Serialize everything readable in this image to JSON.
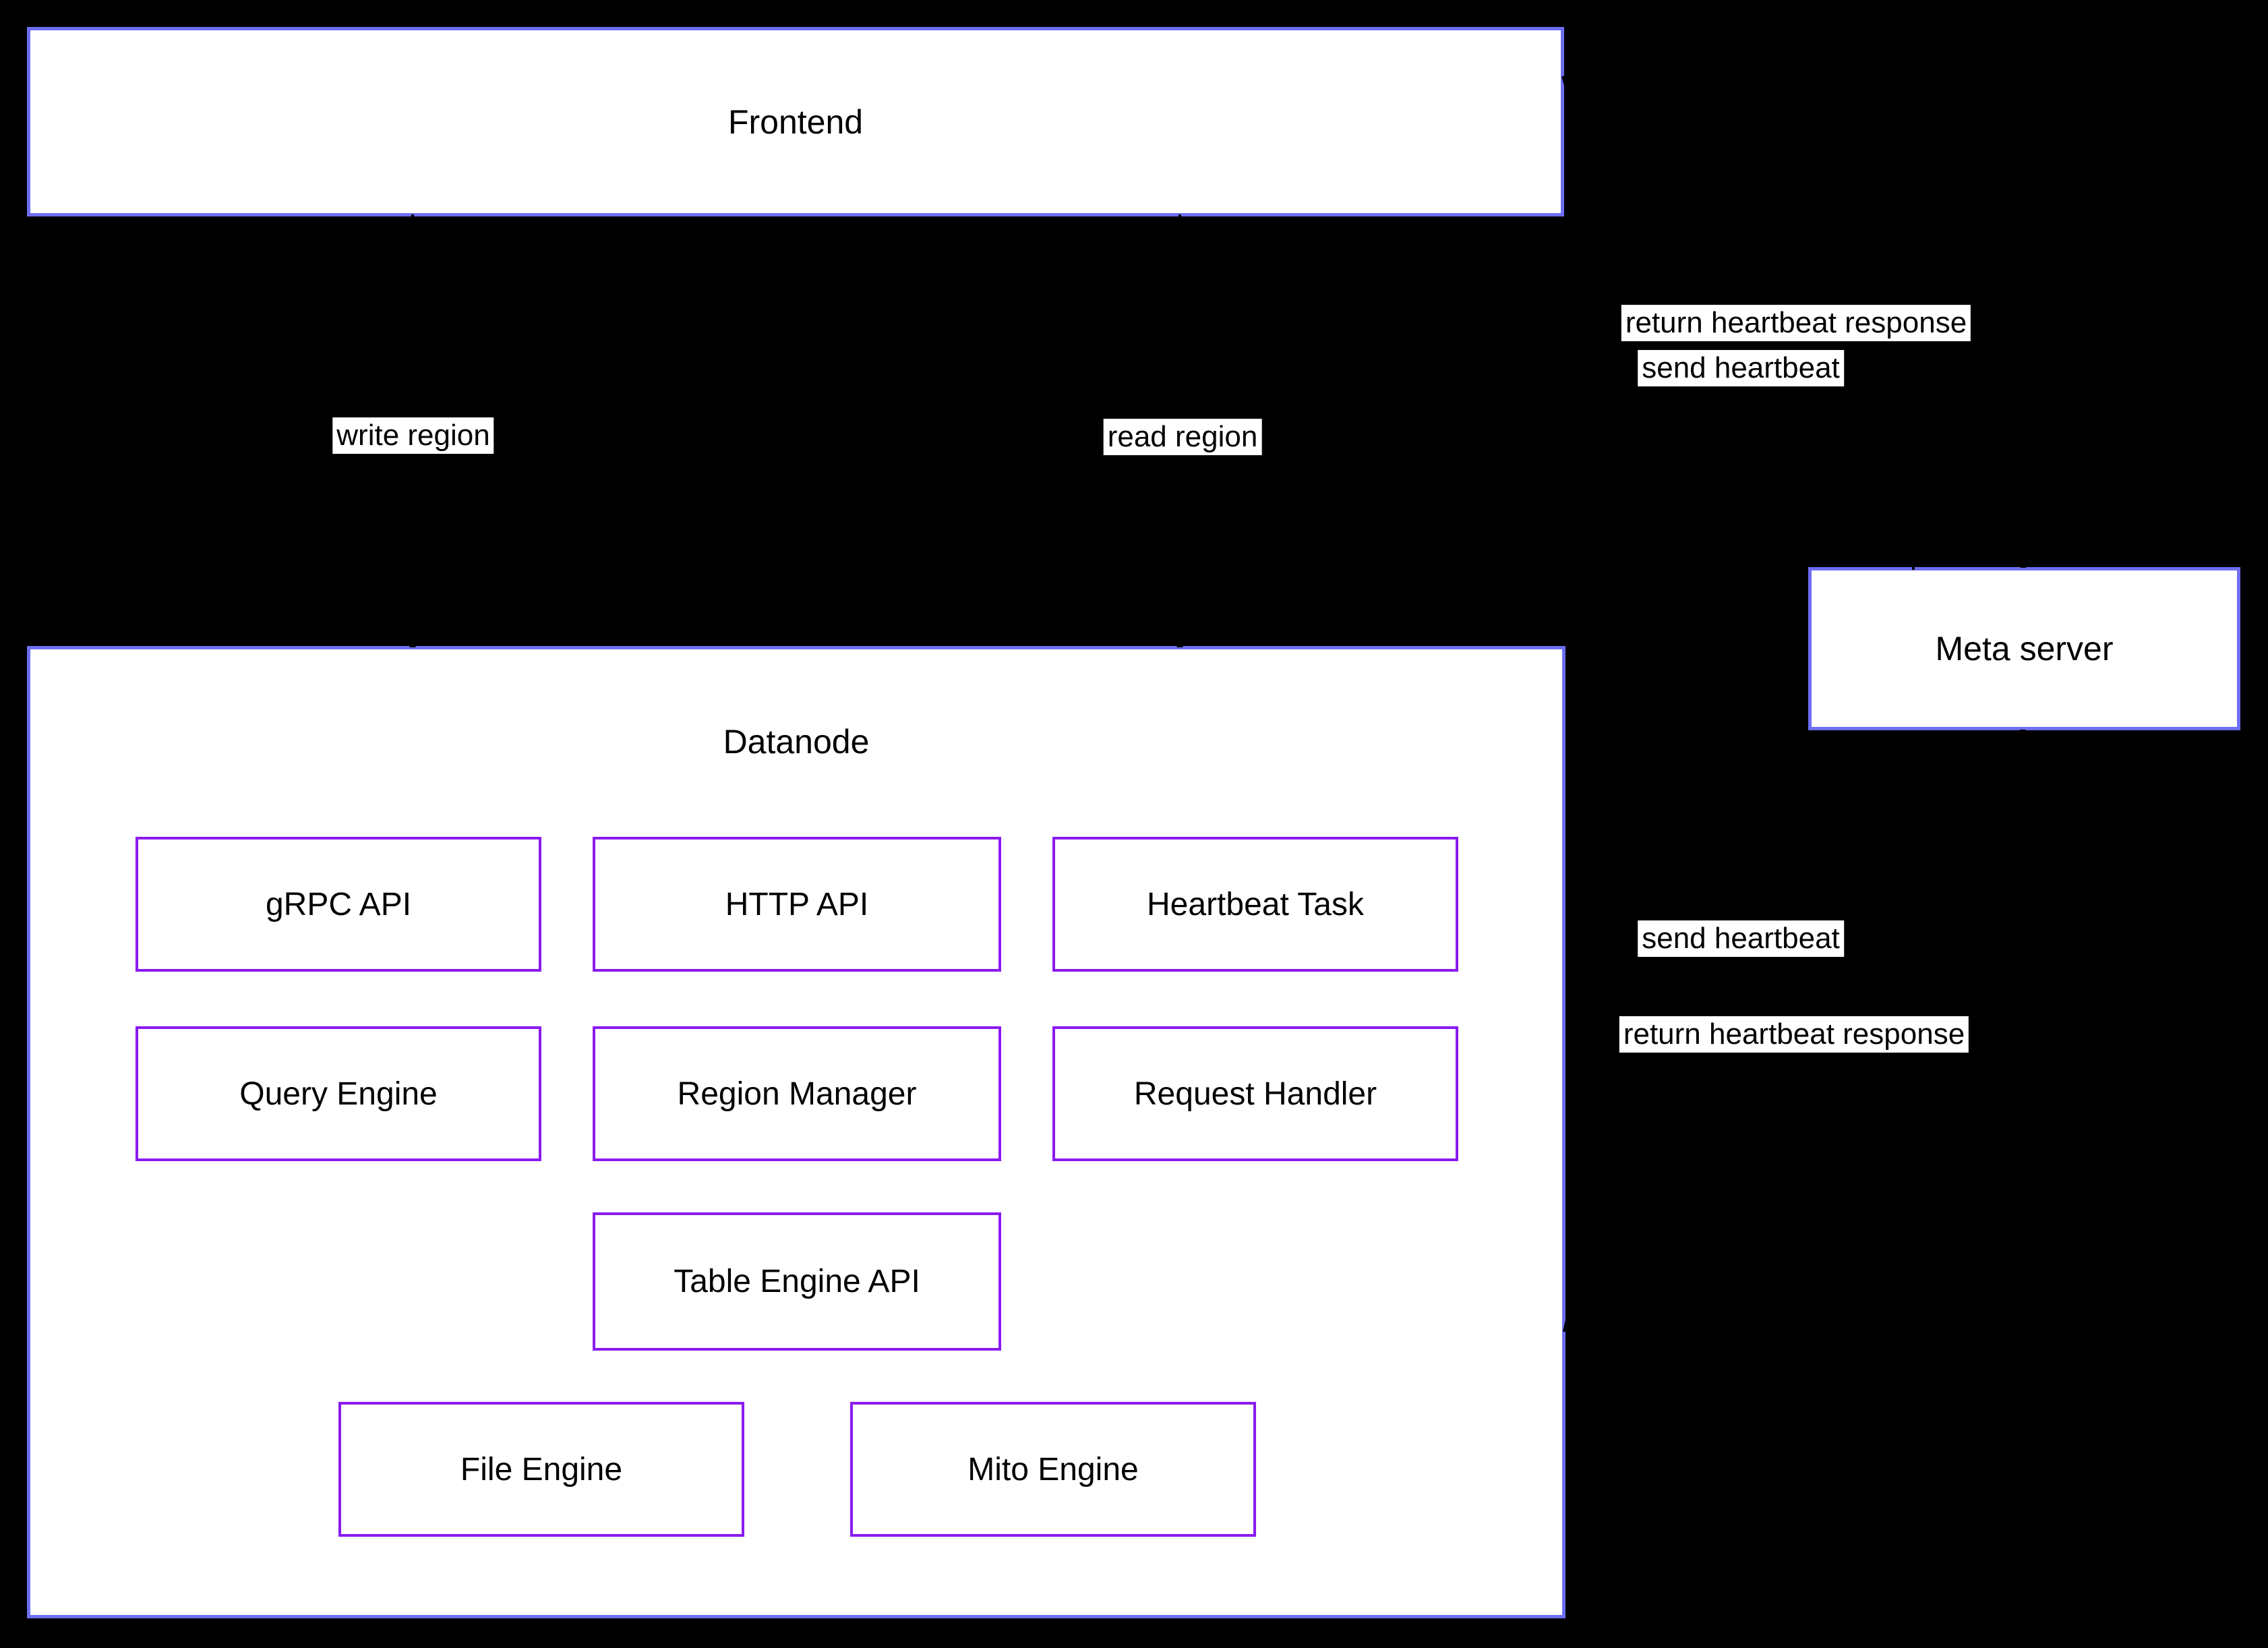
{
  "colors": {
    "background": "#000000",
    "container-border": "#6e6ef5",
    "component-border": "#8a1bf0",
    "node-fill": "#ffffff",
    "node-text": "#000000",
    "edge-line": "#000000",
    "label-bg": "#ffffff"
  },
  "nodes": {
    "frontend": {
      "label": "Frontend"
    },
    "datanode": {
      "label": "Datanode"
    },
    "meta_server": {
      "label": "Meta server"
    },
    "grpc_api": {
      "label": "gRPC API"
    },
    "http_api": {
      "label": "HTTP API"
    },
    "heartbeat_task": {
      "label": "Heartbeat Task"
    },
    "query_engine": {
      "label": "Query Engine"
    },
    "region_manager": {
      "label": "Region Manager"
    },
    "request_handler": {
      "label": "Request Handler"
    },
    "table_engine_api": {
      "label": "Table Engine API"
    },
    "file_engine": {
      "label": "File Engine"
    },
    "mito_engine": {
      "label": "Mito Engine"
    }
  },
  "edges": {
    "write_region": {
      "label": "write region"
    },
    "read_region": {
      "label": "read region"
    },
    "frontend_send_heartbeat": {
      "label": "send heartbeat"
    },
    "frontend_return_heartbeat": {
      "label": "return heartbeat response"
    },
    "datanode_send_heartbeat": {
      "label": "send heartbeat"
    },
    "datanode_return_heartbeat": {
      "label": "return heartbeat response"
    }
  }
}
